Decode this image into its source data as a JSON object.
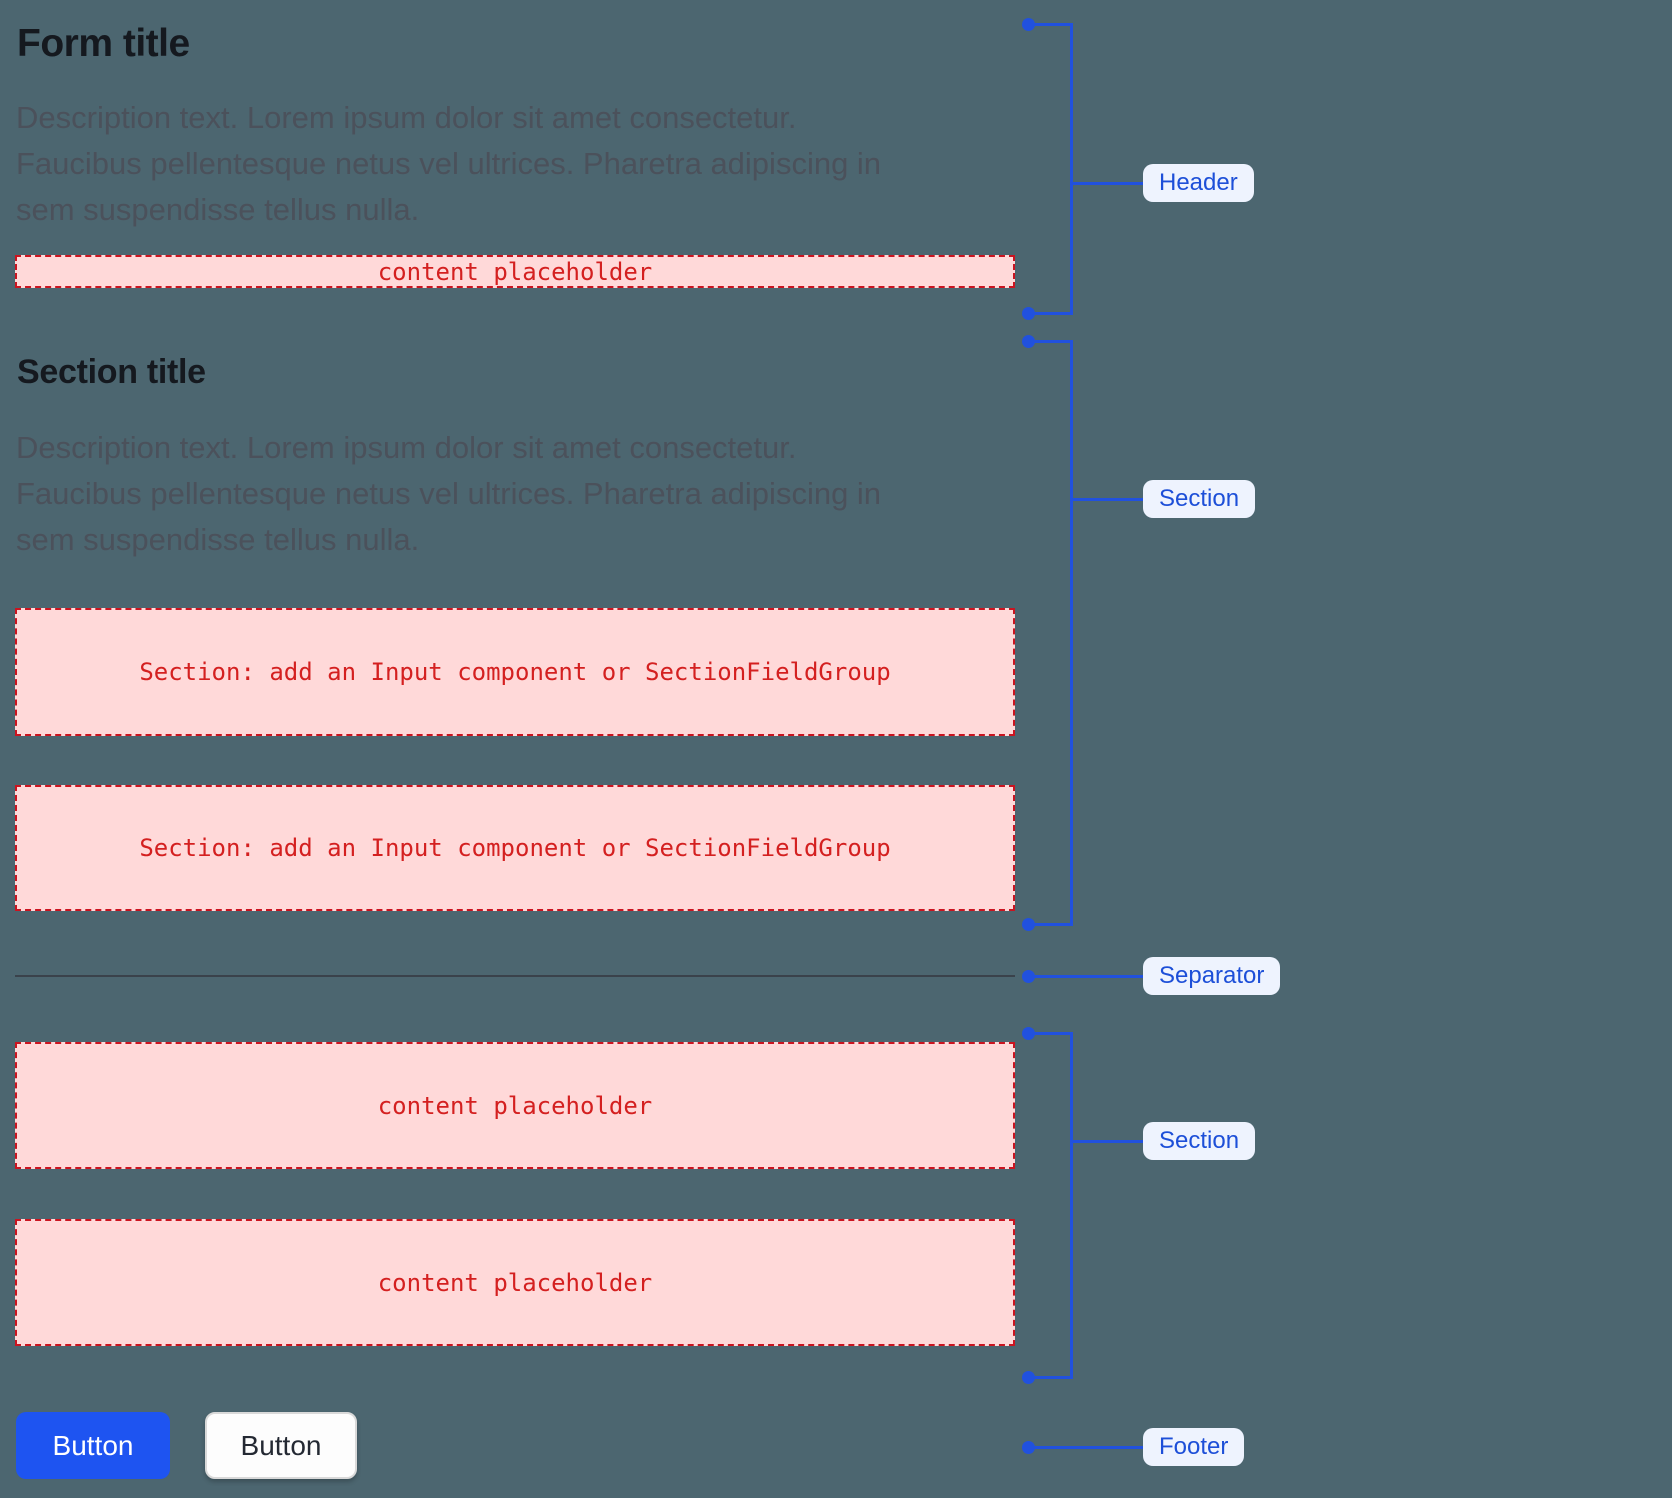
{
  "form": {
    "title": "Form title",
    "description": "Description text. Lorem ipsum dolor sit amet consectetur.\nFaucibus pellentesque netus vel ultrices. Pharetra adipiscing in\nsem suspendisse tellus nulla.",
    "header_placeholder": "content placeholder",
    "section": {
      "title": "Section title",
      "description": "Description text. Lorem ipsum dolor sit amet consectetur.\nFaucibus pellentesque netus vel ultrices. Pharetra adipiscing in\nsem suspendisse tellus nulla.",
      "slot1": "Section: add an Input component or SectionFieldGroup",
      "slot2": "Section: add an Input component or SectionFieldGroup"
    },
    "lower_section": {
      "slot1": "content placeholder",
      "slot2": "content placeholder"
    },
    "footer": {
      "primary_label": "Button",
      "secondary_label": "Button"
    }
  },
  "annotations": {
    "header_label": "Header",
    "section_top_label": "Section",
    "separator_label": "Separator",
    "section_bottom_label": "Section",
    "footer_label": "Footer"
  },
  "colors": {
    "background": "#4c6670",
    "annotation_blue": "#2151de",
    "label_text_blue": "#1d4fd8",
    "label_pill_bg": "#eef3fe",
    "primary_button_blue": "#1e54f1",
    "placeholder_pink": "#ffd9d9",
    "placeholder_red": "#d42020",
    "placeholder_border_red": "#cb1420"
  }
}
